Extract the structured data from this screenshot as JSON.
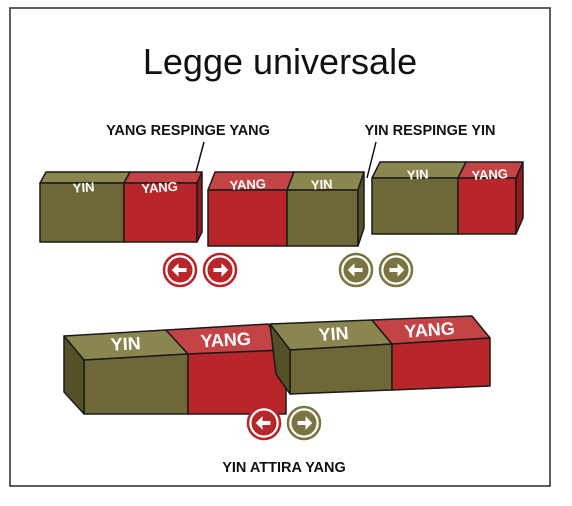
{
  "title": "Legge universale",
  "labels": {
    "top_left": "YANG RESPINGE YANG",
    "top_right": "YIN RESPINGE YIN",
    "bottom": "YIN ATTIRA YANG"
  },
  "magnets": {
    "magnet_1": {
      "left": "YIN",
      "right": "YANG"
    },
    "magnet_2": {
      "left": "YANG",
      "right": "YIN"
    },
    "magnet_3": {
      "left": "YIN",
      "right": "YANG"
    },
    "magnet_4": {
      "left": "YIN",
      "right": "YANG"
    },
    "magnet_5": {
      "left": "YIN",
      "right": "YANG"
    }
  },
  "colors": {
    "yin": "#7a7440",
    "yang": "#b8262a",
    "outline": "#1a1a1a"
  }
}
